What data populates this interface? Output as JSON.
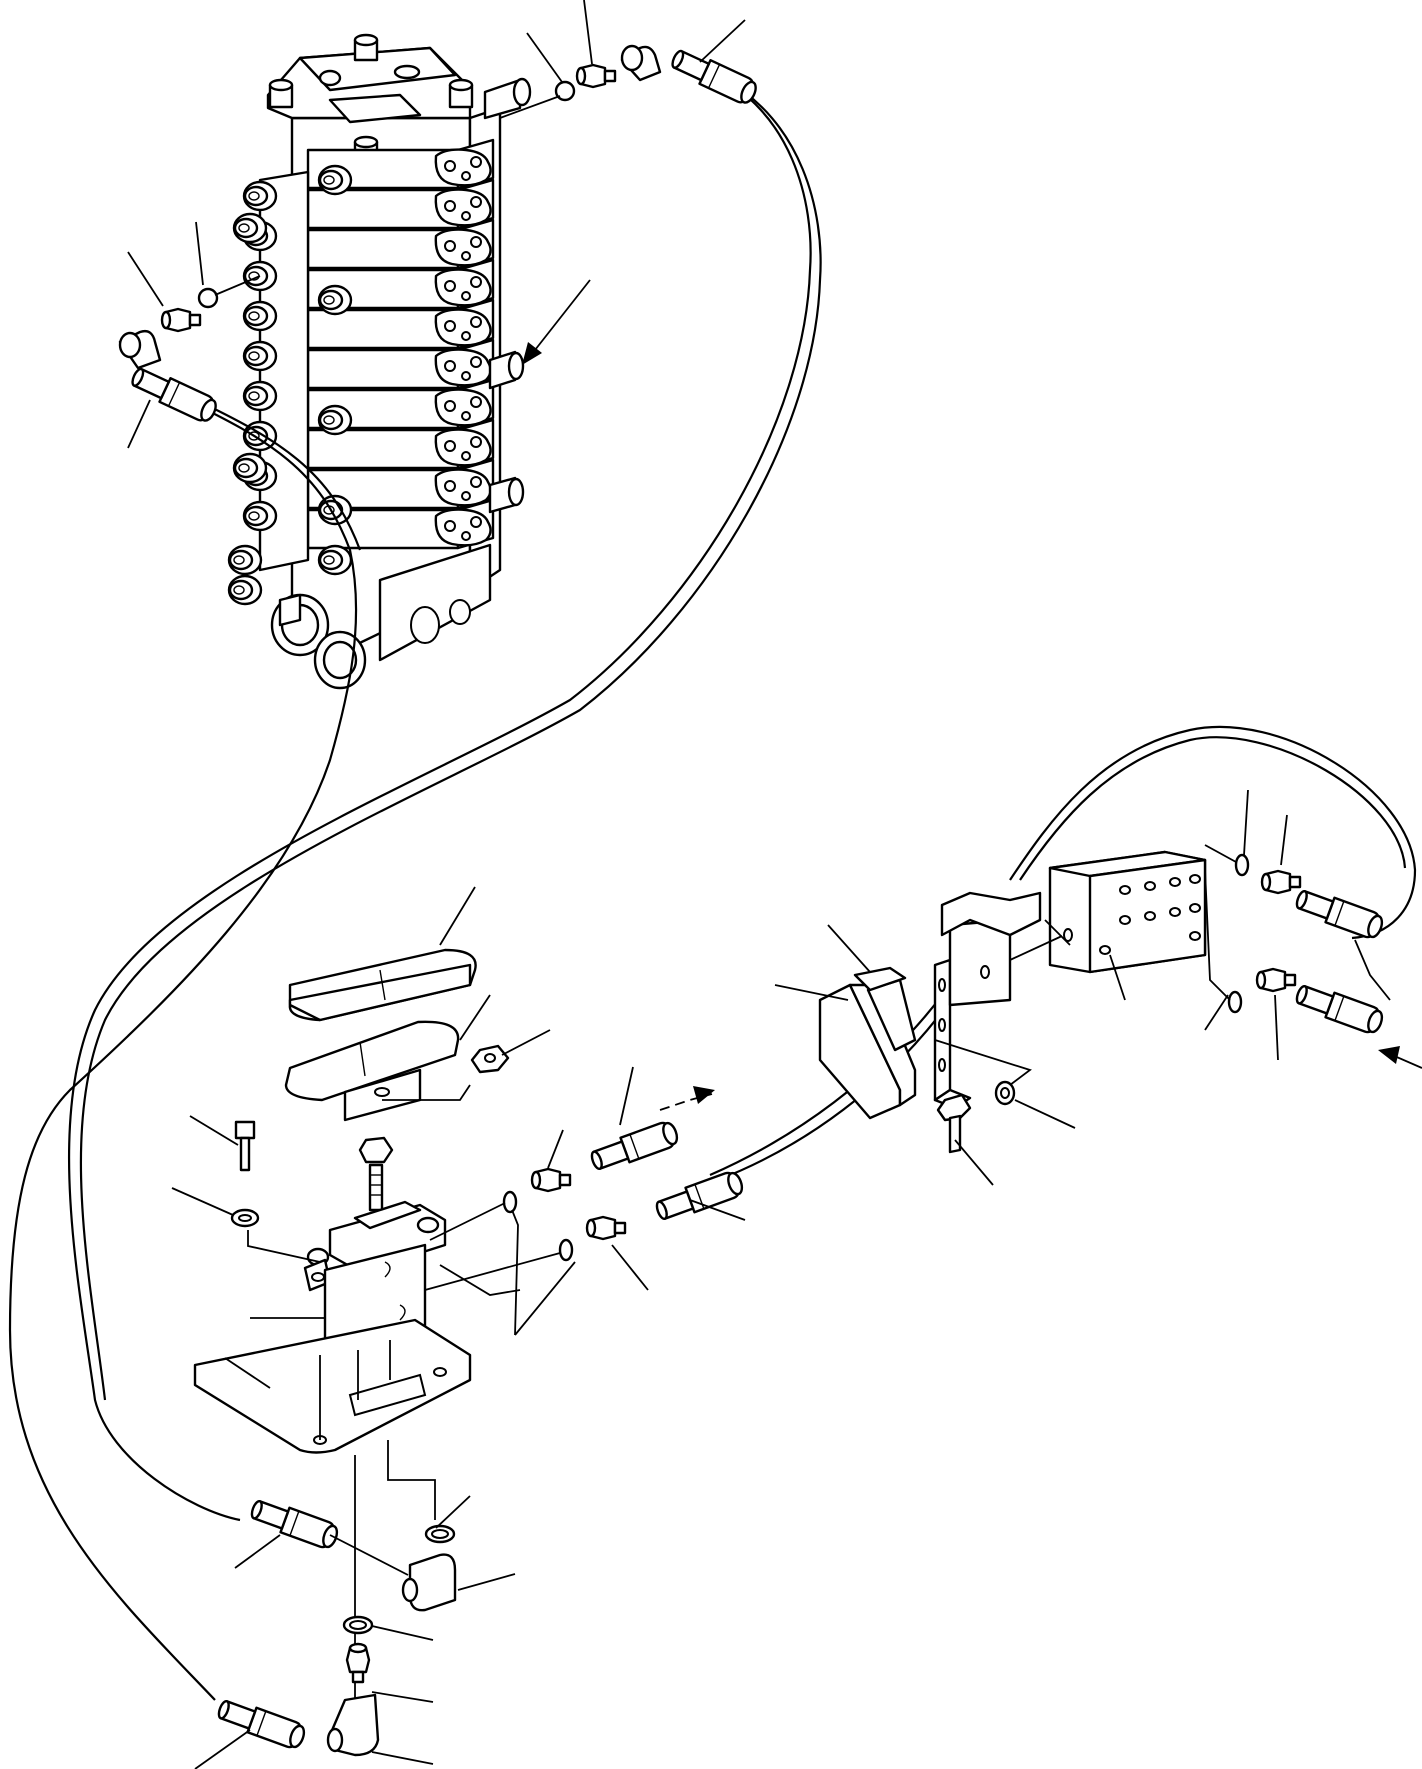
{
  "figure": {
    "kind": "exploded-parts-drawing",
    "background": "#ffffff",
    "line_color": "#000000",
    "printed_text": []
  },
  "groups": [
    {
      "name": "control-valve-assembly"
    },
    {
      "name": "pilot-hoses"
    },
    {
      "name": "foot-pedal-valve-assembly"
    },
    {
      "name": "bracket-and-block-assembly"
    },
    {
      "name": "part-leader-lines"
    },
    {
      "name": "flow-arrows"
    }
  ]
}
